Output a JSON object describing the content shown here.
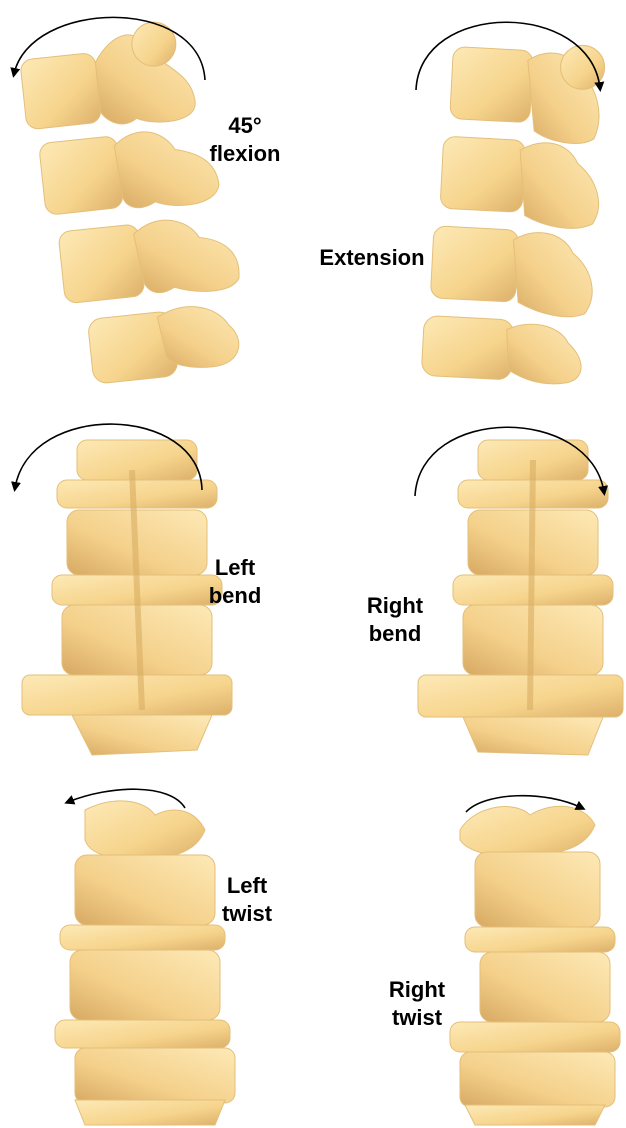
{
  "colors": {
    "bone_light": "#fbe2a6",
    "bone_mid": "#f3cf83",
    "bone_shadow": "#d9ae63",
    "arrow": "#000000",
    "background": "#ffffff"
  },
  "panels": [
    {
      "id": "flexion",
      "label_lines": [
        "45°",
        "flexion"
      ],
      "arrow": "counterclockwise",
      "view": "lateral-left"
    },
    {
      "id": "extension",
      "label_lines": [
        "Extension"
      ],
      "arrow": "clockwise",
      "view": "lateral-right"
    },
    {
      "id": "left-bend",
      "label_lines": [
        "Left",
        "bend"
      ],
      "arrow": "counterclockwise",
      "view": "posterior"
    },
    {
      "id": "right-bend",
      "label_lines": [
        "Right",
        "bend"
      ],
      "arrow": "clockwise",
      "view": "posterior"
    },
    {
      "id": "left-twist",
      "label_lines": [
        "Left",
        "twist"
      ],
      "arrow": "counterclockwise",
      "view": "oblique"
    },
    {
      "id": "right-twist",
      "label_lines": [
        "Right",
        "twist"
      ],
      "arrow": "clockwise",
      "view": "oblique"
    }
  ]
}
